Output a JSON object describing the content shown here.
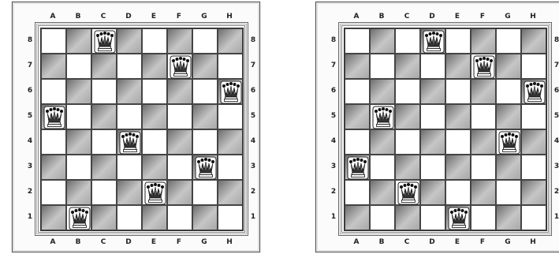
{
  "files": [
    "A",
    "B",
    "C",
    "D",
    "E",
    "F",
    "G",
    "H"
  ],
  "ranks": [
    "8",
    "7",
    "6",
    "5",
    "4",
    "3",
    "2",
    "1"
  ],
  "piece_icon": "queen-icon",
  "colors": {
    "light_square": "#ffffff",
    "dark_square": "#9a9a9a",
    "frame": "#555555"
  },
  "boards": [
    {
      "queens": [
        "C8",
        "F7",
        "H6",
        "A5",
        "D4",
        "G3",
        "E2",
        "B1"
      ]
    },
    {
      "queens": [
        "D8",
        "F7",
        "H6",
        "B5",
        "G4",
        "A3",
        "C2",
        "E1"
      ]
    }
  ]
}
